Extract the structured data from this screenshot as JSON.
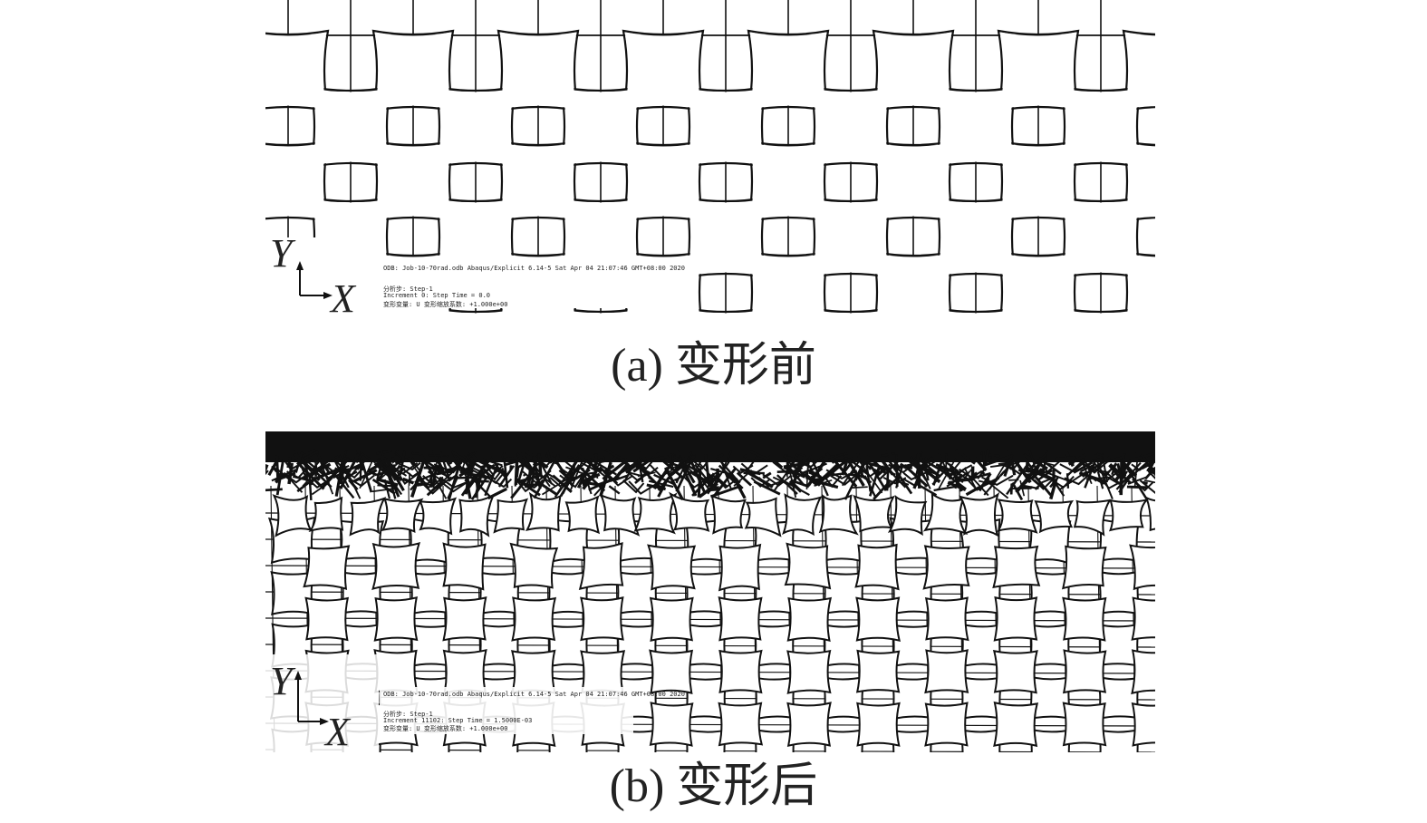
{
  "figure": {
    "panel_a": {
      "caption": "(a) 变形前",
      "axis": {
        "y_label": "Y",
        "x_label": "X"
      },
      "info_lines": [
        "ODB: Job-10-70rad.odb    Abaqus/Explicit 6.14-5    Sat Apr 04 21:07:46 GMT+08:00 2020",
        "分析步: Step-1",
        "Increment      0: Step Time =   0.0",
        "变形变量: U   变形缩放系数: +1.000e+00"
      ]
    },
    "panel_b": {
      "caption": "(b) 变形后",
      "axis": {
        "y_label": "Y",
        "x_label": "X"
      },
      "info_lines": [
        "ODB: Job-10-70rad.odb    Abaqus/Explicit 6.14-5    Sat Apr 04 21:07:46 GMT+08:00 2020",
        "分析步: Step-1",
        "Increment   11102: Step Time =   1.5000E-03",
        "变形变量: U   变形缩放系数: +1.000e+00"
      ]
    },
    "colors": {
      "line": "#111111",
      "background": "#ffffff"
    }
  }
}
